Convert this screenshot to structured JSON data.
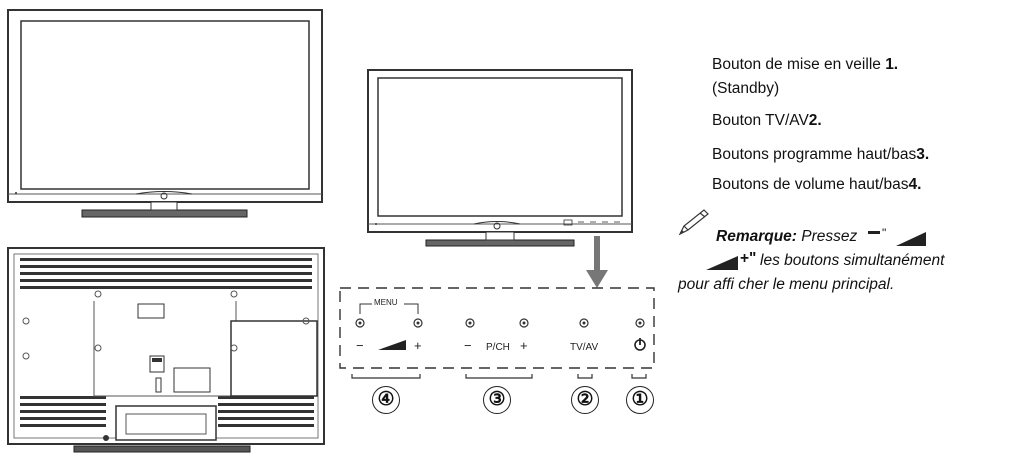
{
  "legend": {
    "items": [
      {
        "text": "Bouton de mise en veille ",
        "num": "1."
      },
      {
        "text": "(Standby)",
        "num": ""
      },
      {
        "text": "Bouton TV/AV",
        "num": "2."
      },
      {
        "text": "Boutons programme haut/bas",
        "num": "3."
      },
      {
        "text": "Boutons de volume haut/bas",
        "num": "4."
      }
    ]
  },
  "note": {
    "title": "Remarque:",
    "line1": " Pressez",
    "line1_quote": "\"",
    "plus_key": "+\"",
    "line2": "  les boutons simultanément",
    "line3": "pour affi cher le menu principal."
  },
  "panel": {
    "menu_label": "MENU",
    "minus_1": "−",
    "plus_1": "+",
    "minus_2": "−",
    "pch_label": "P/CH",
    "plus_2": "+",
    "tvav_label": "TV/AV"
  },
  "callouts": [
    "④",
    "③",
    "②",
    "①"
  ],
  "icons": {
    "pencil": "pencil-icon",
    "power": "power-icon",
    "volume": "volume-ramp-icon"
  },
  "colors": {
    "ink": "#222222",
    "screen_border": "#333333",
    "arrow": "#777777"
  }
}
